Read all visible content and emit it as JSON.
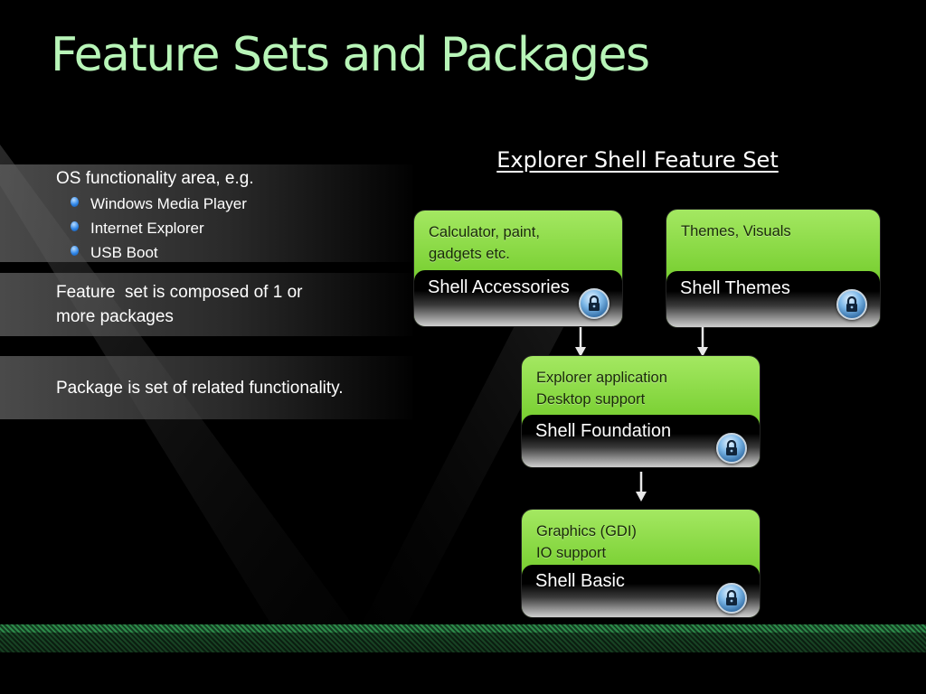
{
  "slide": {
    "title": "Feature Sets and Packages"
  },
  "bullets": {
    "b1": "OS functionality area, e.g.",
    "sub": [
      "Windows Media Player",
      "Internet Explorer",
      "USB Boot"
    ],
    "b2_line1": "Feature  set is composed of 1 or",
    "b2_line2": "more packages",
    "b3": "Package is set of related functionality."
  },
  "diagram": {
    "title": "Explorer Shell Feature Set",
    "packages": [
      {
        "desc_lines": [
          "Calculator, paint,",
          "gadgets etc."
        ],
        "name": "Shell Accessories",
        "icon": "lock-icon"
      },
      {
        "desc_lines": [
          "Themes, Visuals"
        ],
        "name": "Shell Themes",
        "icon": "lock-icon"
      },
      {
        "desc_lines": [
          "Explorer application",
          "Desktop support"
        ],
        "name": "Shell Foundation",
        "icon": "lock-icon"
      },
      {
        "desc_lines": [
          "Graphics (GDI)",
          "IO support"
        ],
        "name": "Shell Basic",
        "icon": "lock-icon"
      }
    ]
  },
  "colors": {
    "title": "#b8f5b8",
    "package_green": "#7ad033",
    "footer_green": "#2d8a4a"
  }
}
